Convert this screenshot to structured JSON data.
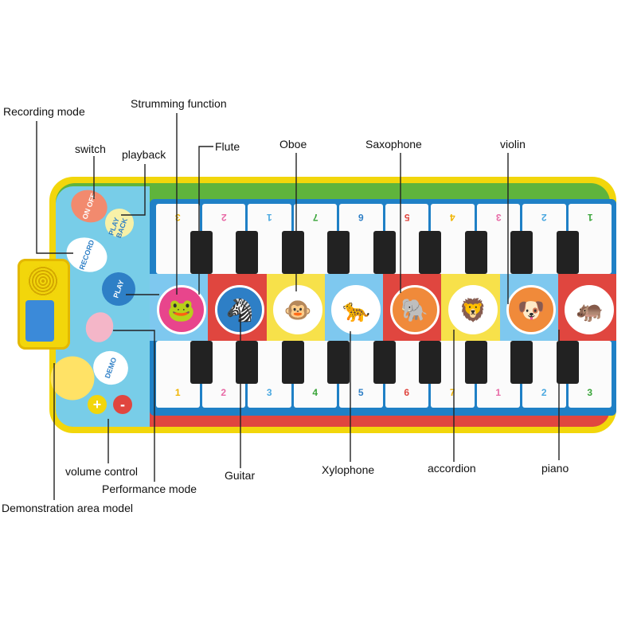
{
  "labels": {
    "recording_mode": "Recording mode",
    "strumming_function": "Strumming function",
    "switch": "switch",
    "playback": "playback",
    "flute": "Flute",
    "oboe": "Oboe",
    "saxophone": "Saxophone",
    "violin": "violin",
    "volume_control": "volume control",
    "performance_mode": "Performance mode",
    "demonstration_area_model": "Demonstration area model",
    "guitar": "Guitar",
    "xylophone": "Xylophone",
    "accordion": "accordion",
    "piano": "piano"
  },
  "panel": {
    "on_off": "ON OFF",
    "play_back": "PLAY BACK",
    "record": "RECORD",
    "play": "PLAY",
    "demo": "DEMO",
    "plus": "+",
    "minus": "-"
  },
  "top_keys": [
    "3",
    "2",
    "1",
    "7",
    "6",
    "5",
    "4",
    "3",
    "2",
    "1"
  ],
  "bottom_keys": [
    "1",
    "2",
    "3",
    "4",
    "5",
    "6",
    "7",
    "1",
    "2",
    "3"
  ],
  "key_colors": [
    "#f0b400",
    "#e86aa6",
    "#4aa8e0",
    "#3aa53a",
    "#2e7fc6",
    "#e0463f",
    "#f0b400",
    "#e86aa6",
    "#4aa8e0",
    "#3aa53a"
  ],
  "instruments": [
    {
      "name": "frog-flute",
      "bg": "#7ec8ef",
      "badge": "#e8458c",
      "glyph": "🐸"
    },
    {
      "name": "zebra-guitar",
      "bg": "#e0463f",
      "badge": "#2e7fc6",
      "glyph": "🦓"
    },
    {
      "name": "monkey-oboe",
      "bg": "#f7e14a",
      "badge": "#ffffff",
      "glyph": "🐵"
    },
    {
      "name": "cheetah-xylophone",
      "bg": "#7ec8ef",
      "badge": "#ffffff",
      "glyph": "🐆"
    },
    {
      "name": "elephant-saxophone",
      "bg": "#e0463f",
      "badge": "#f08a3a",
      "glyph": "🐘"
    },
    {
      "name": "lion-accordion",
      "bg": "#f7e14a",
      "badge": "#ffffff",
      "glyph": "🦁"
    },
    {
      "name": "dog-violin",
      "bg": "#7ec8ef",
      "badge": "#f08a3a",
      "glyph": "🐶"
    },
    {
      "name": "hippo-piano",
      "bg": "#e0463f",
      "badge": "#ffffff",
      "glyph": "🦛"
    }
  ]
}
